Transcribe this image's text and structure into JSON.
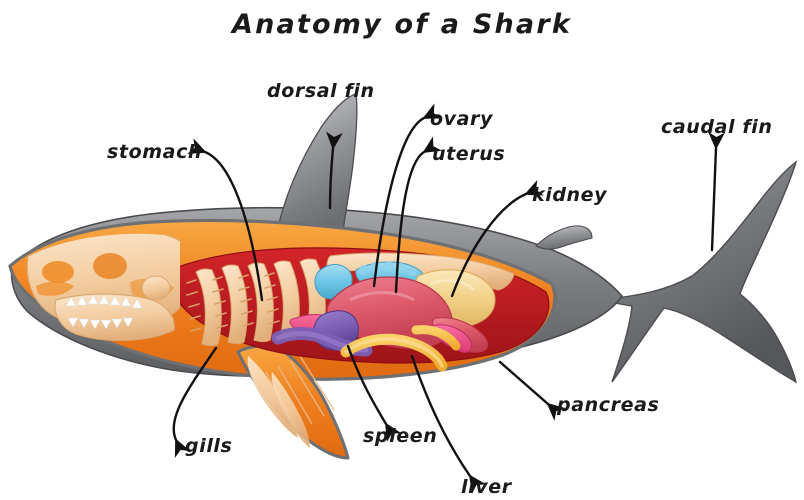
{
  "title": "Anatomy of a  Shark",
  "labels": {
    "dorsal_fin": "dorsal fin",
    "stomach": "stomach",
    "ovary": "ovary",
    "uterus": "uterus",
    "kidney": "kidney",
    "caudal_fin": "caudal fin",
    "pancreas": "pancreas",
    "gills": "gills",
    "spleen": "spleen",
    "liver": "liver"
  },
  "colors": {
    "body_gray": "#6e7073",
    "body_gray_light": "#9a9c9f",
    "body_gray_dark": "#4d4f52",
    "flesh_orange": "#f07c1e",
    "flesh_orange_light": "#f59a33",
    "cavity_red": "#cc1f22",
    "cavity_red_dark": "#9e1418",
    "cartilage_cream": "#f5cfa4",
    "cartilage_cream_light": "#fae3c6",
    "tooth_white": "#ffffff",
    "ovary_cyan": "#6fc8e6",
    "liver_pink": "#e0616f",
    "kidney_gold": "#f2d28a",
    "spleen_purple": "#7b5fb5",
    "uterus_magenta": "#ef4b86",
    "pancreas_yellow": "#f5b93a",
    "outline": "#111111",
    "background": "#ffffff"
  },
  "organ_parts": [
    "skull cartilage",
    "teeth",
    "gill arches",
    "vertebral column",
    "ovary",
    "uterus",
    "liver",
    "kidney",
    "spleen",
    "pancreas",
    "intestine",
    "pectoral fin rays"
  ]
}
